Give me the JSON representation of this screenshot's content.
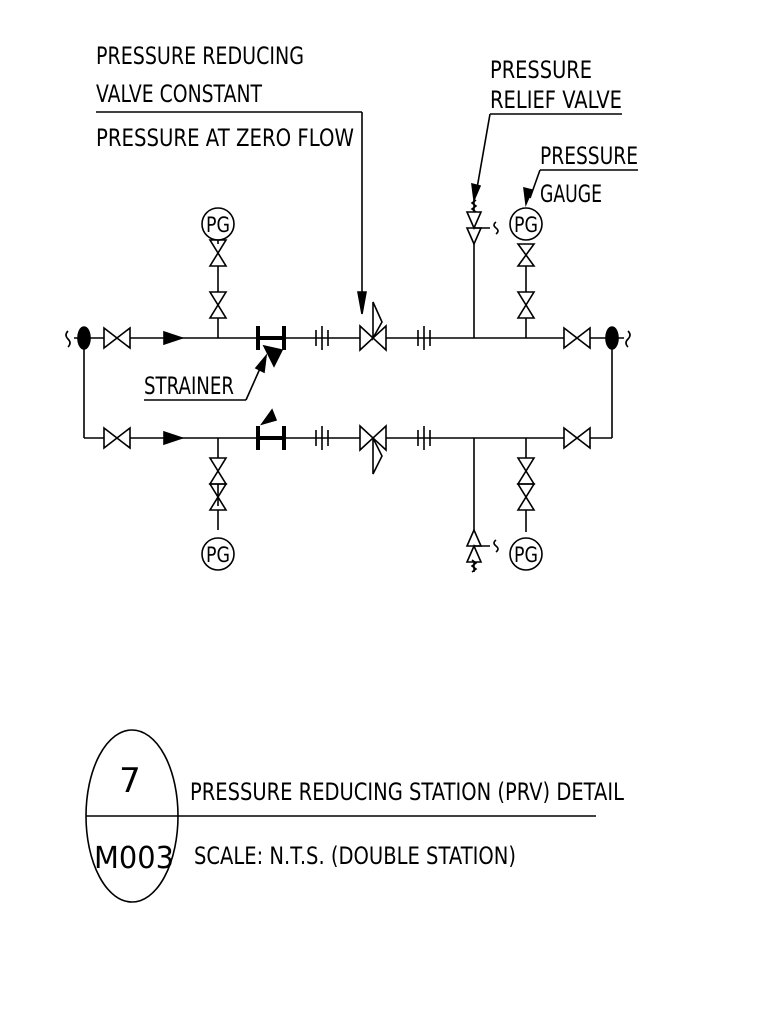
{
  "callouts": {
    "prv_line1": "PRESSURE REDUCING",
    "prv_line2": "VALVE CONSTANT",
    "prv_line3": "PRESSURE AT ZERO FLOW",
    "relief_line1": "PRESSURE",
    "relief_line2": "RELIEF VALVE",
    "gauge_line1": "PRESSURE",
    "gauge_line2": "GAUGE",
    "strainer": "STRAINER"
  },
  "gauge_tag": "PG",
  "title_block": {
    "detail_number": "7",
    "sheet_number": "M003",
    "title": "PRESSURE REDUCING STATION (PRV) DETAIL",
    "scale": "SCALE: N.T.S. (DOUBLE STATION)"
  }
}
